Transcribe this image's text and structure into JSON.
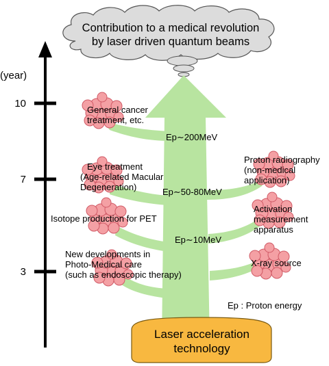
{
  "title_lines": [
    "Contribution to a medical revolution",
    "by laser driven quantum beams"
  ],
  "base_lines": [
    "Laser acceleration",
    "technology"
  ],
  "axis": {
    "unit": "(year)",
    "ticks": [
      "10",
      "7",
      "3"
    ]
  },
  "energy_labels": [
    "Ep∼200MeV",
    "Ep∼50-80MeV",
    "Ep∼10MeV"
  ],
  "legend_note": "Ep : Proton energy",
  "left_branches": [
    {
      "lines": [
        "General cancer",
        "treatment, etc."
      ]
    },
    {
      "lines": [
        "Eye treatment",
        "(Age-related Macular",
        "Degeneration)"
      ]
    },
    {
      "lines": [
        "Isotope production for PET"
      ]
    },
    {
      "lines": [
        "New developments in",
        "Photo-Medical care",
        "(such as endoscopic therapy)"
      ]
    }
  ],
  "right_branches": [
    {
      "lines": [
        "Proton radiography",
        "(non-medical",
        "application)"
      ]
    },
    {
      "lines": [
        "Activation",
        "measurement",
        "apparatus"
      ]
    },
    {
      "lines": [
        "X-ray source"
      ]
    }
  ],
  "colors": {
    "trunk": "#b8e4a0",
    "flower": "#f4a0a4",
    "flower_stroke": "#d05a66",
    "base": "#f8b840",
    "base_stroke": "#7a5a10",
    "cloud": "#dcdcdc",
    "cloud_stroke": "#555555",
    "axis": "#000000"
  }
}
